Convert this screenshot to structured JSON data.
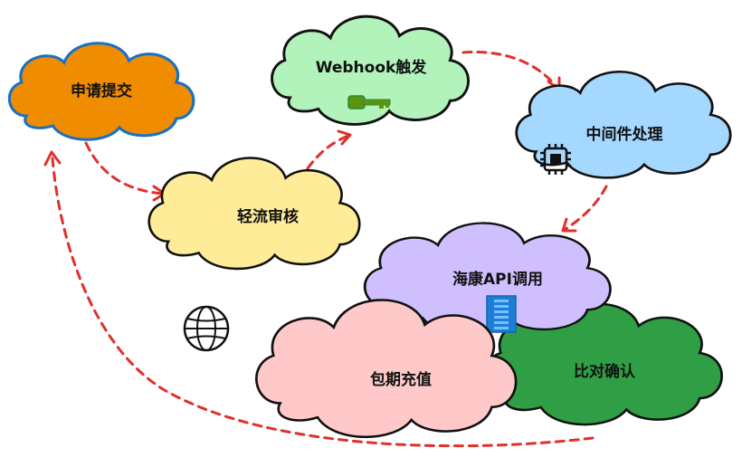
{
  "nodes": {
    "submit": {
      "label": "申请提交",
      "color": "#f08c00",
      "stroke": "#1971c2"
    },
    "webhook": {
      "label": "Webhook触发",
      "color": "#b2f2bb",
      "stroke": "#111111"
    },
    "middleware": {
      "label": "中间件处理",
      "color": "#a5d8ff",
      "stroke": "#111111"
    },
    "review": {
      "label": "轻流审核",
      "color": "#ffec99",
      "stroke": "#111111"
    },
    "hikvision": {
      "label": "海康API调用",
      "color": "#d0bfff",
      "stroke": "#111111"
    },
    "topup": {
      "label": "包期充值",
      "color": "#ffc9c9",
      "stroke": "#111111"
    },
    "confirm": {
      "label": "比对确认",
      "color": "#2f9e44",
      "stroke": "#111111"
    }
  },
  "icons": [
    "key-icon",
    "chip-icon",
    "globe-icon",
    "server-rack-icon"
  ],
  "edge_color": "#e0302c"
}
